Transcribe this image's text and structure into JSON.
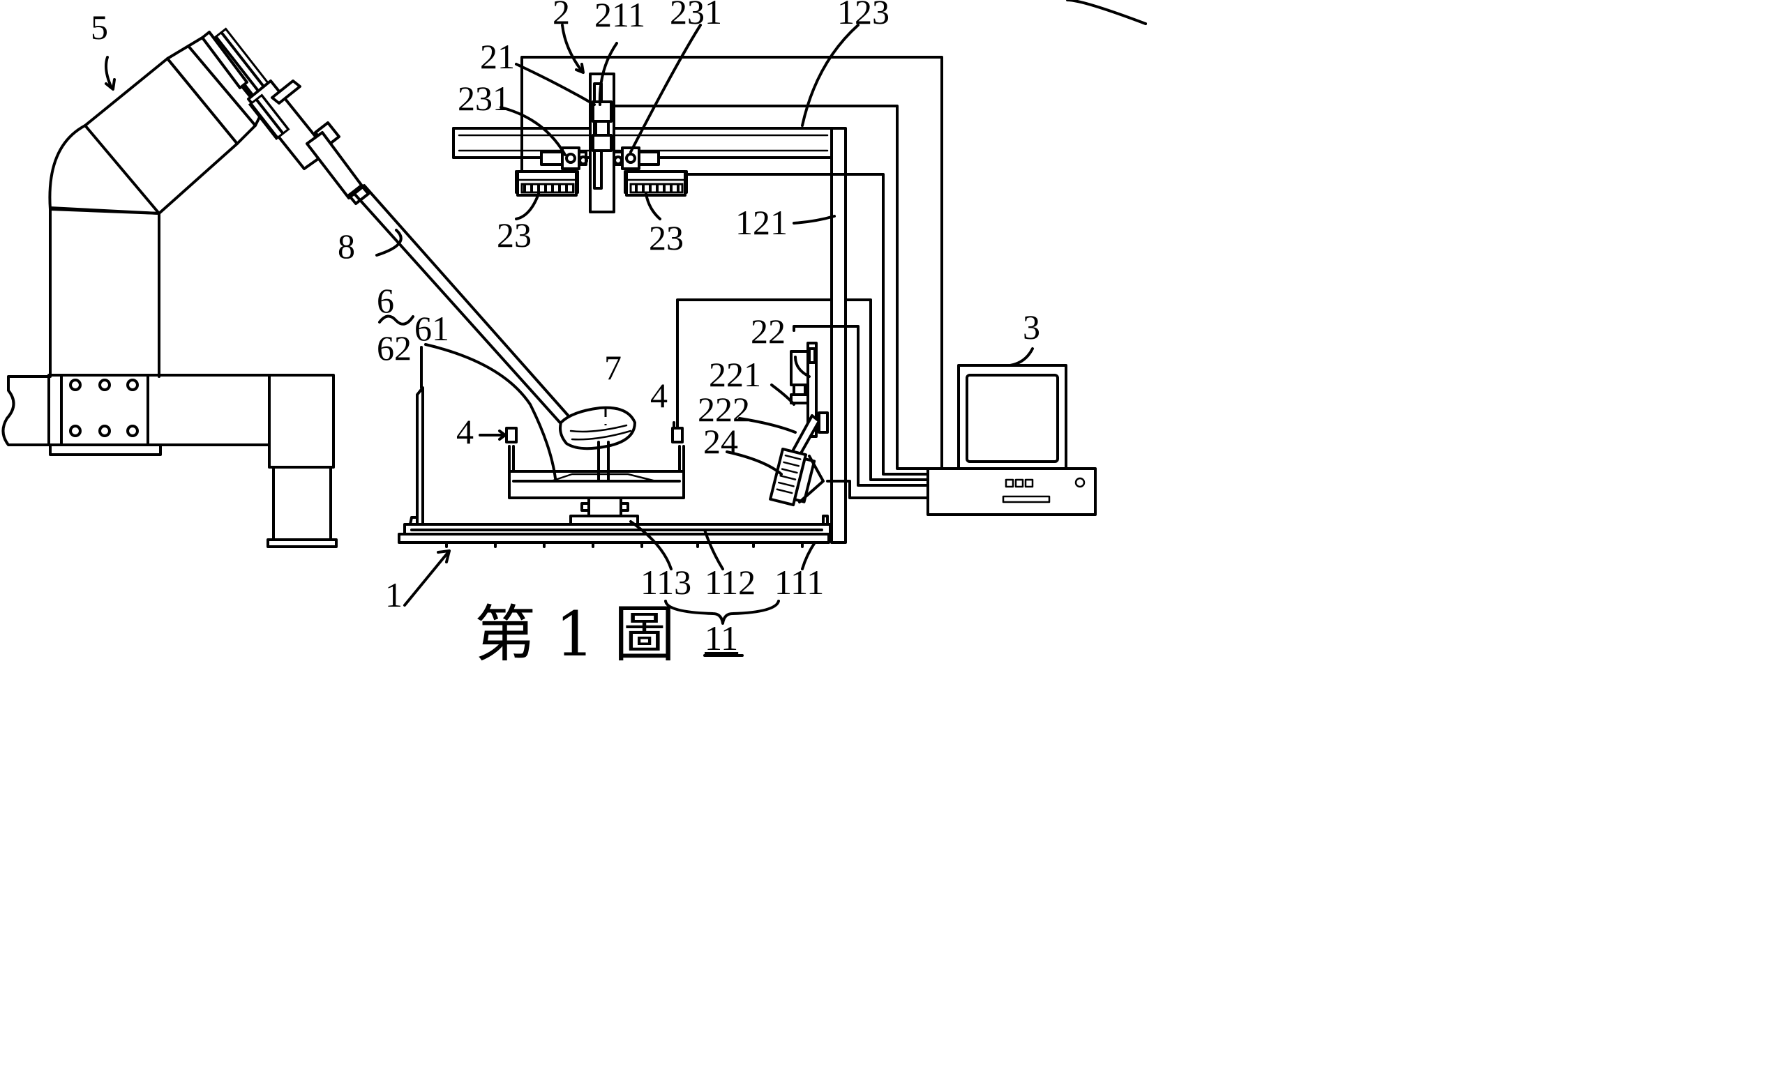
{
  "figure": {
    "caption": "第 1 圖",
    "labels": {
      "l1": "1",
      "l11": "11",
      "l111": "111",
      "l112": "112",
      "l113": "113",
      "l121": "121",
      "l123": "123",
      "l2": "2",
      "l21": "21",
      "l211": "211",
      "l22": "22",
      "l221": "221",
      "l222": "222",
      "l23a": "23",
      "l23b": "23",
      "l231a": "231",
      "l231b": "231",
      "l24": "24",
      "l3": "3",
      "l4a": "4",
      "l4b": "4",
      "l5": "5",
      "l6": "6",
      "l61": "61",
      "l62": "62",
      "l7": "7",
      "l8": "8"
    }
  }
}
